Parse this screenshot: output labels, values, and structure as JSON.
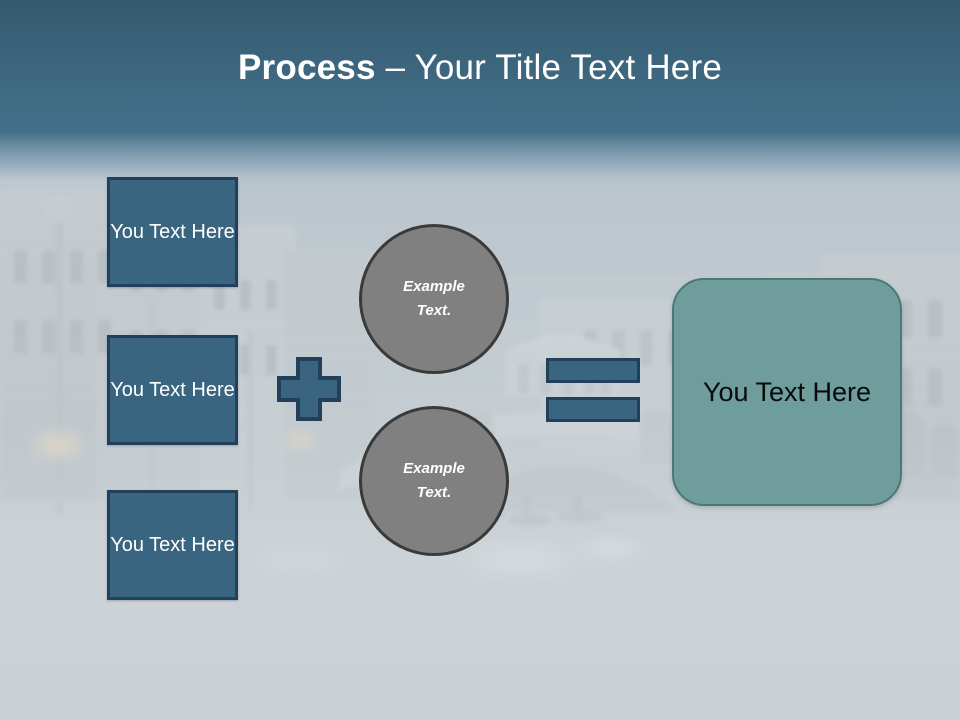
{
  "slide": {
    "title_bold": "Process",
    "title_rest": " – Your Title Text Here",
    "background_description": "Venice Rialto bridge canal photo, washed out"
  },
  "colors": {
    "header_top": "#34596E",
    "header_bottom": "#437089",
    "box_fill": "#3A6580",
    "box_border": "#23405A",
    "circle_fill": "#808080",
    "circle_border": "#3A3A3A",
    "result_fill": "#6E9D9C",
    "result_border": "#4B7776",
    "slide_background": "#C9D0D4",
    "title_text": "#FFFFFF",
    "result_text": "#0A0A0A"
  },
  "steps": [
    {
      "label": "You Text Here"
    },
    {
      "label": "You Text Here"
    },
    {
      "label": "You Text Here"
    }
  ],
  "operators": {
    "plus": "+",
    "equals": "="
  },
  "examples": [
    {
      "line1": "Example",
      "line2": "Text."
    },
    {
      "line1": "Example",
      "line2": "Text."
    }
  ],
  "result": {
    "label": "You Text Here"
  }
}
